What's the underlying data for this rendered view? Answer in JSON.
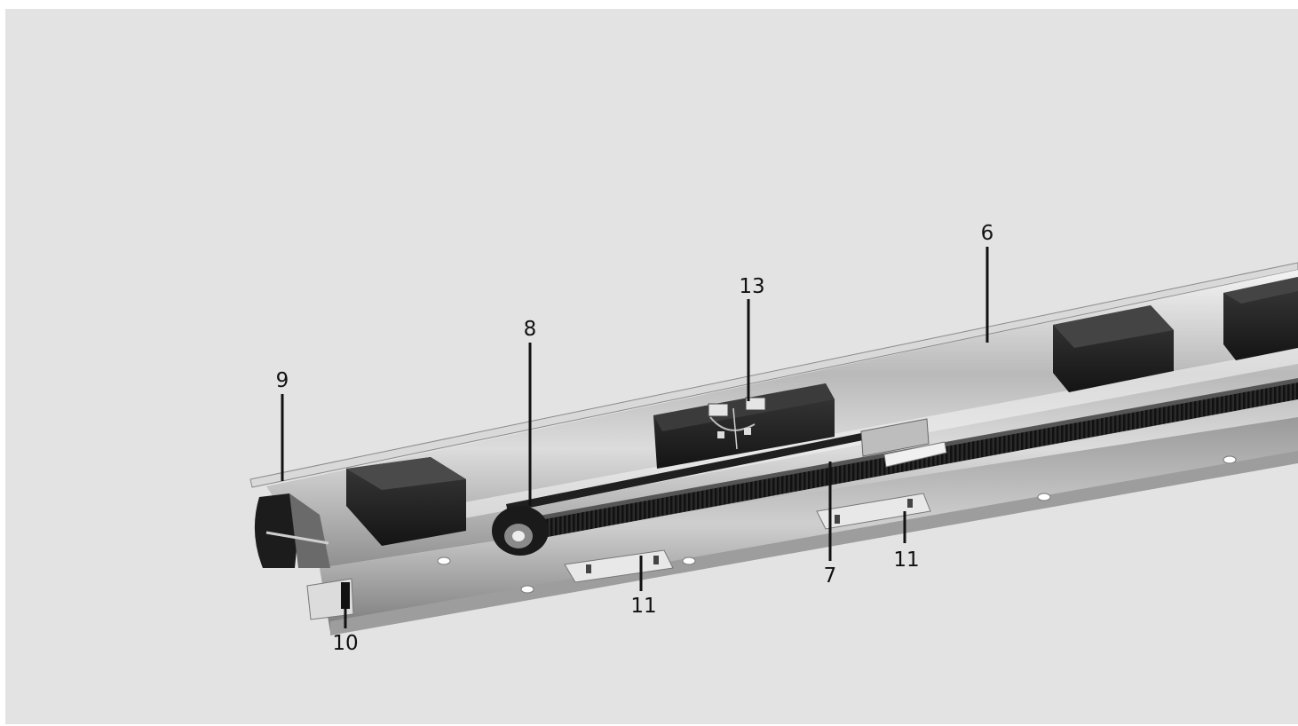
{
  "figure": {
    "background_color": "#e3e3e3",
    "callouts": [
      {
        "id": "callout-6",
        "label": "6"
      },
      {
        "id": "callout-7",
        "label": "7"
      },
      {
        "id": "callout-8",
        "label": "8"
      },
      {
        "id": "callout-9",
        "label": "9"
      },
      {
        "id": "callout-10",
        "label": "10"
      },
      {
        "id": "callout-11a",
        "label": "11"
      },
      {
        "id": "callout-11b",
        "label": "11"
      },
      {
        "id": "callout-13",
        "label": "13"
      }
    ]
  }
}
